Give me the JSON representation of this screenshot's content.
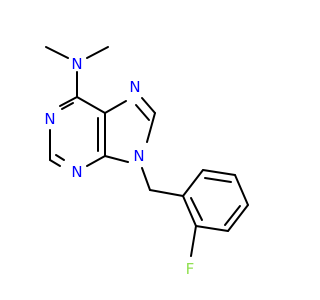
{
  "molecule": {
    "atoms": {
      "n_amine": "N",
      "n1": "N",
      "n3": "N",
      "n7": "N",
      "n9": "N",
      "f": "F"
    },
    "colors": {
      "bond": "#000000",
      "nitrogen": "#0000ff",
      "fluorine": "#90e050"
    }
  }
}
